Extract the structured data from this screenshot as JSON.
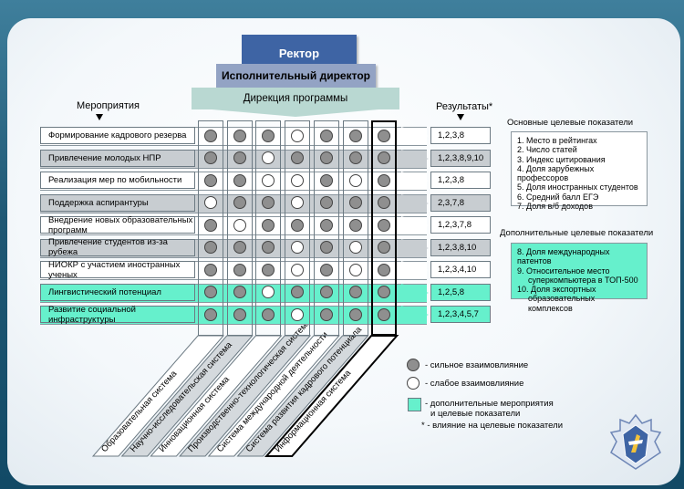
{
  "hierarchy": {
    "rector": "Ректор",
    "executive_director": "Исполнительный директор",
    "program_directorate": "Дирекция программы"
  },
  "headers": {
    "activities": "Мероприятия",
    "results": "Результаты*"
  },
  "systems": [
    "Образовательная система",
    "Научно-исследовательская система",
    "Инновационная система",
    "Производственно-технологическая система",
    "Система международной деятельности",
    "Система развития кадрового потенциала",
    "Информационная система"
  ],
  "activities": [
    {
      "label": "Формирование кадрового резерва",
      "type": "main",
      "dots": [
        "s",
        "s",
        "s",
        "w",
        "s",
        "s",
        "s"
      ],
      "results": "1,2,3,8"
    },
    {
      "label": "Привлечение молодых НПР",
      "type": "grey",
      "dots": [
        "s",
        "s",
        "w",
        "s",
        "s",
        "s",
        "s"
      ],
      "results": "1,2,3,8,9,10"
    },
    {
      "label": "Реализация мер по мобильности",
      "type": "main",
      "dots": [
        "s",
        "s",
        "w",
        "w",
        "s",
        "w",
        "s"
      ],
      "results": "1,2,3,8"
    },
    {
      "label": "Поддержка аспирантуры",
      "type": "grey",
      "dots": [
        "w",
        "s",
        "s",
        "w",
        "s",
        "s",
        "s"
      ],
      "results": "2,3,7,8"
    },
    {
      "label": "Внедрение новых образовательных программ",
      "type": "main",
      "dots": [
        "s",
        "w",
        "s",
        "s",
        "s",
        "s",
        "s"
      ],
      "results": "1,2,3,7,8"
    },
    {
      "label": "Привлечение студентов из-за рубежа",
      "type": "grey",
      "dots": [
        "s",
        "s",
        "s",
        "w",
        "s",
        "w",
        "s"
      ],
      "results": "1,2,3,8,10"
    },
    {
      "label": "НИОКР с участием иностранных ученых",
      "type": "main",
      "dots": [
        "s",
        "s",
        "s",
        "w",
        "s",
        "w",
        "s"
      ],
      "results": "1,2,3,4,10"
    },
    {
      "label": "Лингвистический потенциал",
      "type": "teal",
      "dots": [
        "s",
        "s",
        "w",
        "s",
        "s",
        "s",
        "s"
      ],
      "results": "1,2,5,8"
    },
    {
      "label": "Развитие социальной инфраструктуры",
      "type": "teal",
      "dots": [
        "s",
        "s",
        "s",
        "w",
        "s",
        "s",
        "s"
      ],
      "results": "1,2,3,4,5,7"
    }
  ],
  "main_indicators": {
    "title": "Основные целевые показатели",
    "items": [
      "1. Место в рейтингах",
      "2. Число статей",
      "3. Индекс цитирования",
      "4. Доля зарубежных профессоров",
      "5. Доля иностранных студентов",
      "6. Средний балл ЕГЭ",
      "7. Доля в/б доходов"
    ]
  },
  "additional_indicators": {
    "title": "Дополнительные целевые показатели",
    "items": [
      "8. Доля международных патентов",
      "9. Относительное место",
      "суперкомпьютера в ТОП-500",
      "10. Доля экспортных",
      "образовательных комплексов"
    ]
  },
  "legend": {
    "strong": "- сильное взаимовлияние",
    "weak": "- слабое взаимовлияние",
    "additional_1": "- дополнительные мероприятия",
    "additional_2": "и целевые показатели",
    "asterisk": "*  - влияние на целевые показатели"
  },
  "colors": {
    "main_row": "#ffffff",
    "grey_row": "#c8cdd1",
    "teal_row": "#66f0cc",
    "strong_dot": "#8f8f8f",
    "weak_dot": "#ffffff",
    "rector": "#3e64a4",
    "executive_director": "#93a3c4",
    "directorate": "#b9d8d2"
  }
}
